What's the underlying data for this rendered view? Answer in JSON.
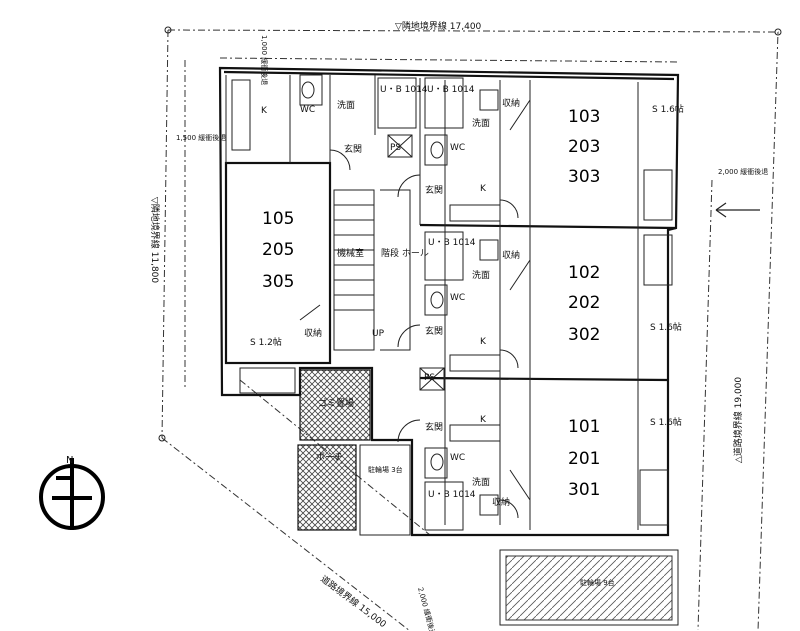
{
  "boundary_north": "▽隣地境界線 17,400",
  "boundary_west": "▽隣地境界線 11,800",
  "boundary_east": "△道路境界線 19,000",
  "boundary_south": "道路境界線 15,000",
  "setback_top": "1,000 緩衝後退",
  "setback_left": "1,500 緩衝後退",
  "setback_right": "2,000 緩衝後退",
  "setback_bottom": "2,000 緩衝後退",
  "units": {
    "east_top": [
      "103",
      "203",
      "303"
    ],
    "east_mid": [
      "102",
      "202",
      "302"
    ],
    "east_bottom": [
      "101",
      "201",
      "301"
    ],
    "west": [
      "105",
      "205",
      "305"
    ]
  },
  "rooms": {
    "k": "K",
    "wc": "WC",
    "washroom": "洗面",
    "ub": "U・B 1014",
    "entrance": "玄関",
    "storage": "収納",
    "s16": "S 1.6帖",
    "s12": "S 1.2帖",
    "machine_room": "機械室",
    "stair_hall": "階段 ホール",
    "up": "UP",
    "trash": "ゴミ置場",
    "porch": "ポーチ",
    "bike3": "駐輪場 3台",
    "bike9": "駐輪場 9台",
    "ps": "PS"
  },
  "compass_n": "N"
}
